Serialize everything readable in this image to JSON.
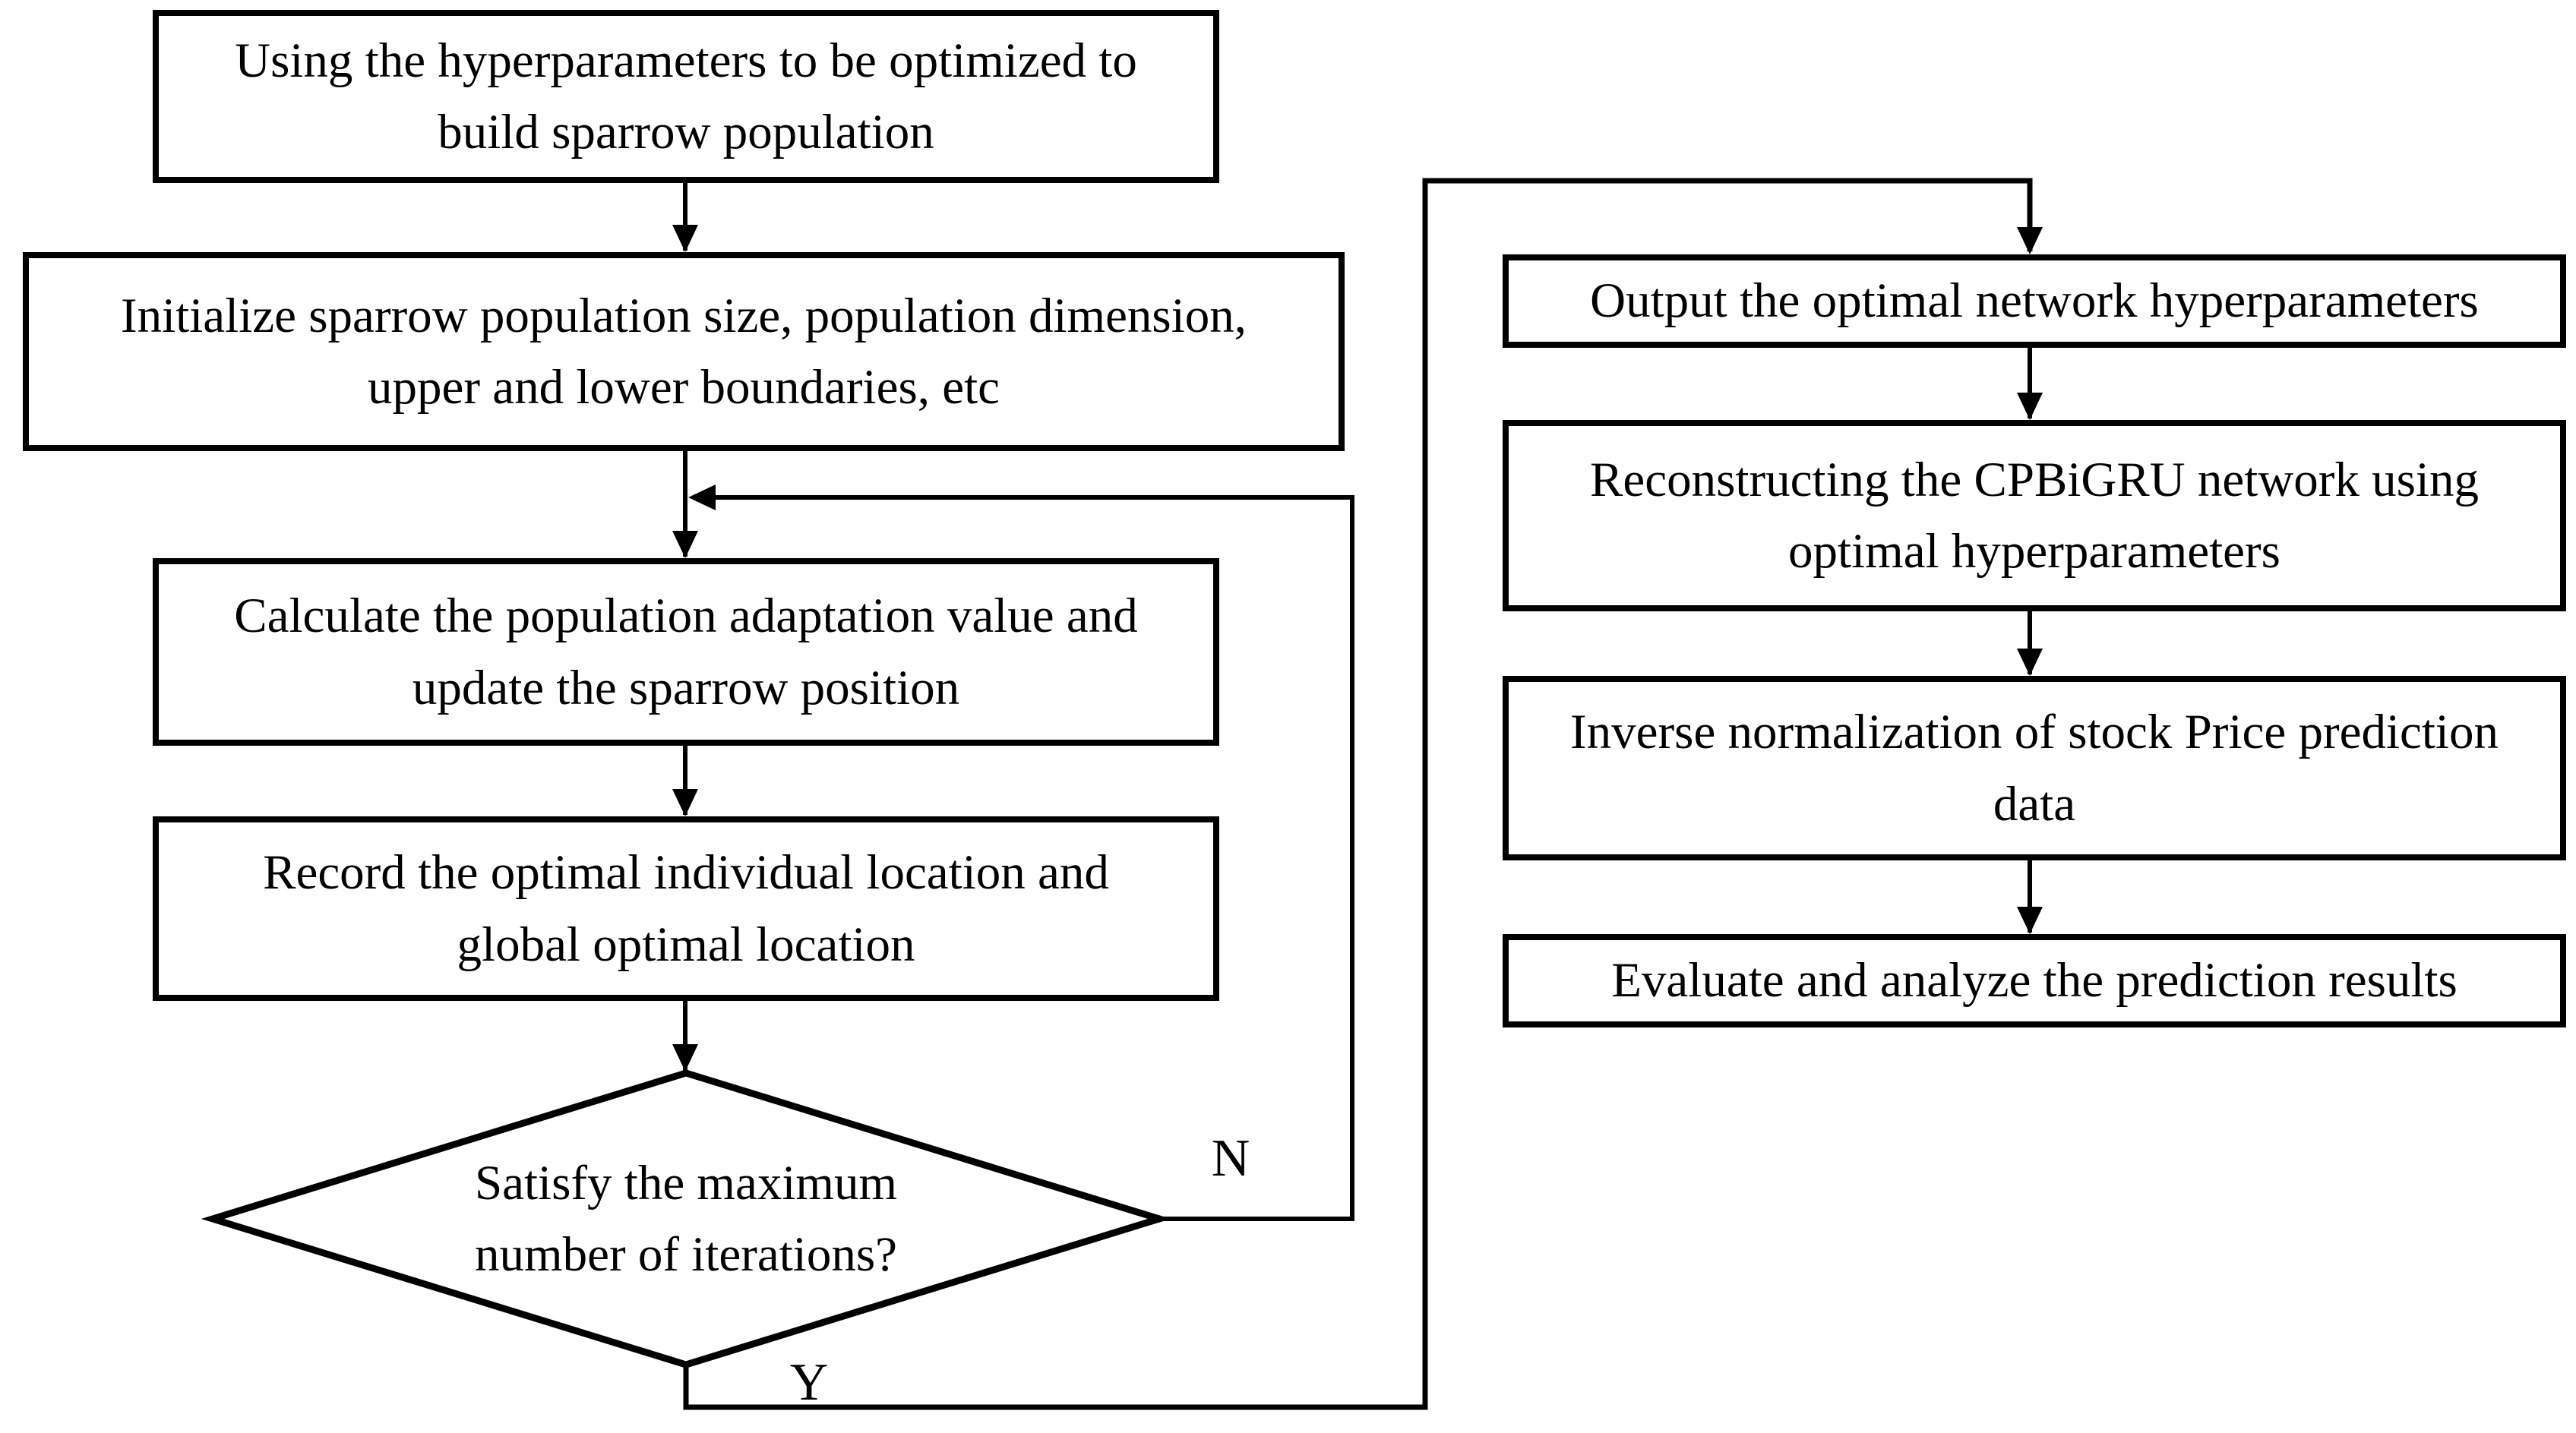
{
  "page": {
    "background": "#ffffff",
    "line_color": "#000000",
    "text_color": "#000000"
  },
  "nodes": {
    "build_population": {
      "label": "Using the hyperparameters to be optimized to\nbuild sparrow population"
    },
    "initialize": {
      "label": "Initialize sparrow population size, population dimension,\nupper and lower boundaries, etc"
    },
    "calculate": {
      "label": "Calculate the population adaptation value and\nupdate the sparrow position"
    },
    "record": {
      "label": "Record the optimal individual location and\nglobal optimal location"
    },
    "decision": {
      "label": "Satisfy the maximum\nnumber of iterations?"
    },
    "output": {
      "label": "Output the optimal network hyperparameters"
    },
    "reconstruct": {
      "label": "Reconstructing the CPBiGRU network using\noptimal hyperparameters"
    },
    "inverse_normalization": {
      "label": "Inverse normalization of stock Price prediction\ndata"
    },
    "evaluate": {
      "label": "Evaluate and analyze the prediction results"
    }
  },
  "edge_labels": {
    "no": "N",
    "yes": "Y"
  }
}
